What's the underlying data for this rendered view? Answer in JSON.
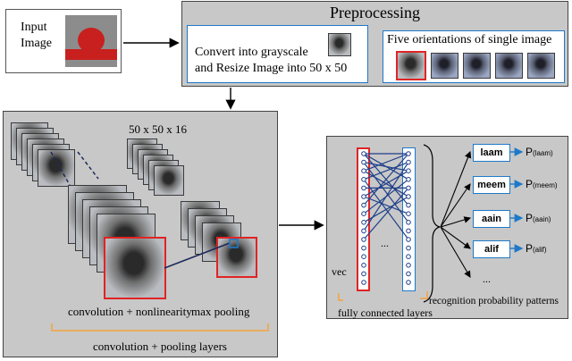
{
  "input": {
    "label_line1": "Input",
    "label_line2": "Image"
  },
  "preprocessing": {
    "title": "Preprocessing",
    "convert_line1": "Convert into grayscale",
    "convert_line2": "and Resize Image into 50 x 50",
    "orientations_title": "Five orientations of single image"
  },
  "cnn": {
    "feature_map_label": "50 x 50 x 16",
    "conv_label": "convolution + nonlinearity",
    "pool_label": "max pooling",
    "section_label": "convolution + pooling layers"
  },
  "fc": {
    "vec_label": "vec",
    "ellipsis": "...",
    "section_label": "fully connected layers",
    "patterns_label": "recognition probability patterns",
    "outputs": [
      {
        "word": "laam",
        "p": "P",
        "sub": "(laam)"
      },
      {
        "word": "meem",
        "p": "P",
        "sub": "(meem)"
      },
      {
        "word": "aain",
        "p": "P",
        "sub": "(aain)"
      },
      {
        "word": "alif",
        "p": "P",
        "sub": "(alif)"
      }
    ],
    "more": "..."
  },
  "colors": {
    "panel_gray": "#c8c8c8",
    "accent_blue": "#1e79c8",
    "highlight_red": "#e02424",
    "bracket_orange": "#f2a23a"
  }
}
